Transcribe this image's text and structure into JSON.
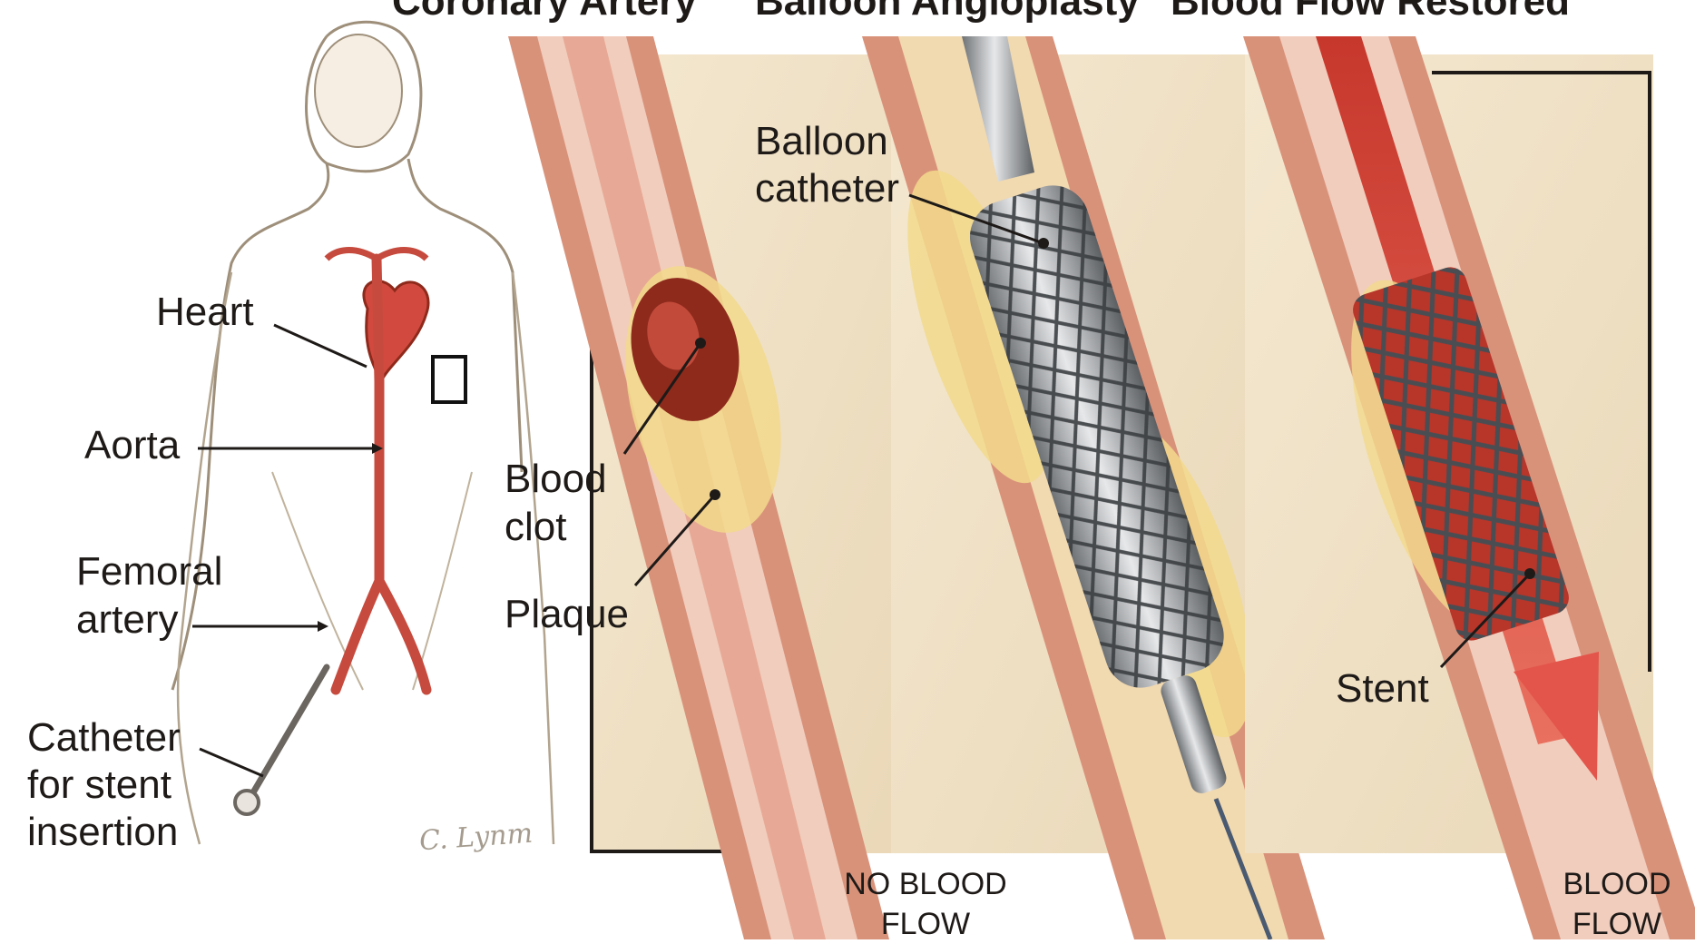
{
  "panels": [
    {
      "title": "Coronary Artery"
    },
    {
      "title": "Balloon Angioplasty"
    },
    {
      "title": "Blood Flow Restored"
    }
  ],
  "labels": {
    "heart": "Heart",
    "aorta": "Aorta",
    "femoral_1": "Femoral",
    "femoral_2": "artery",
    "catheter_1": "Catheter",
    "catheter_2": "for stent",
    "catheter_3": "insertion",
    "blood_clot_1": "Blood",
    "blood_clot_2": "clot",
    "plaque": "Plaque",
    "balloon_1": "Balloon",
    "balloon_2": "catheter",
    "stent": "Stent",
    "no_flow_1": "NO BLOOD",
    "no_flow_2": "FLOW",
    "flow_1": "BLOOD",
    "flow_2": "FLOW"
  },
  "signature": "C. Lynm",
  "colors": {
    "tissue": "#efe0c4",
    "artery_wall": "#e3a892",
    "artery_dark": "#b85a48",
    "plaque": "#f2d98c",
    "clot": "#8e2a1c",
    "blood": "#d9463a",
    "metal": "#9fa3a6"
  }
}
